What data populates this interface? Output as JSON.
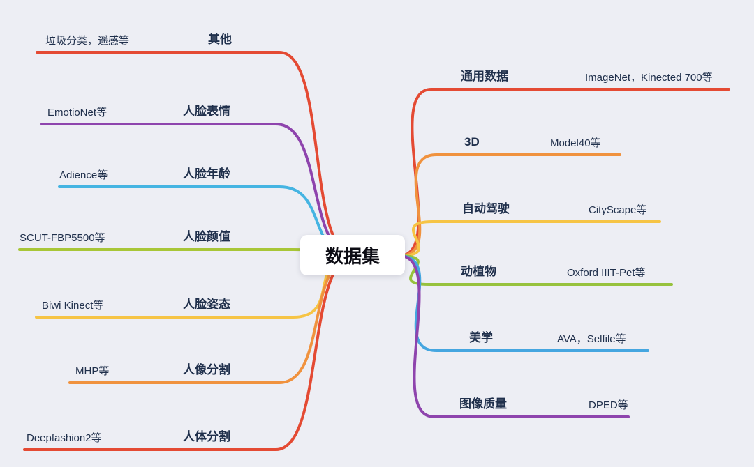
{
  "background": "#edeef4",
  "center": {
    "title": "数据集"
  },
  "left_branches": [
    {
      "label": "其他",
      "example": "垃圾分类，遥感等",
      "color": "#e44a33"
    },
    {
      "label": "人脸表情",
      "example": "EmotioNet等",
      "color": "#8e44ad"
    },
    {
      "label": "人脸年龄",
      "example": "Adience等",
      "color": "#45b4e2"
    },
    {
      "label": "人脸颜值",
      "example": "SCUT-FBP5500等",
      "color": "#a8c637"
    },
    {
      "label": "人脸姿态",
      "example": "Biwi Kinect等",
      "color": "#f6c445"
    },
    {
      "label": "人像分割",
      "example": "MHP等",
      "color": "#f0923e"
    },
    {
      "label": "人体分割",
      "example": "Deepfashion2等",
      "color": "#e44a33"
    }
  ],
  "right_branches": [
    {
      "label": "通用数据",
      "example": "ImageNet，Kinected 700等",
      "color": "#e44a33"
    },
    {
      "label": "3D",
      "example": "Model40等",
      "color": "#f0923e"
    },
    {
      "label": "自动驾驶",
      "example": "CityScape等",
      "color": "#f6c445"
    },
    {
      "label": "动植物",
      "example": "Oxford IIIT-Pet等",
      "color": "#97c23d"
    },
    {
      "label": "美学",
      "example": "AVA，Selfile等",
      "color": "#45a6e0"
    },
    {
      "label": "图像质量",
      "example": "DPED等",
      "color": "#8e44ad"
    }
  ]
}
